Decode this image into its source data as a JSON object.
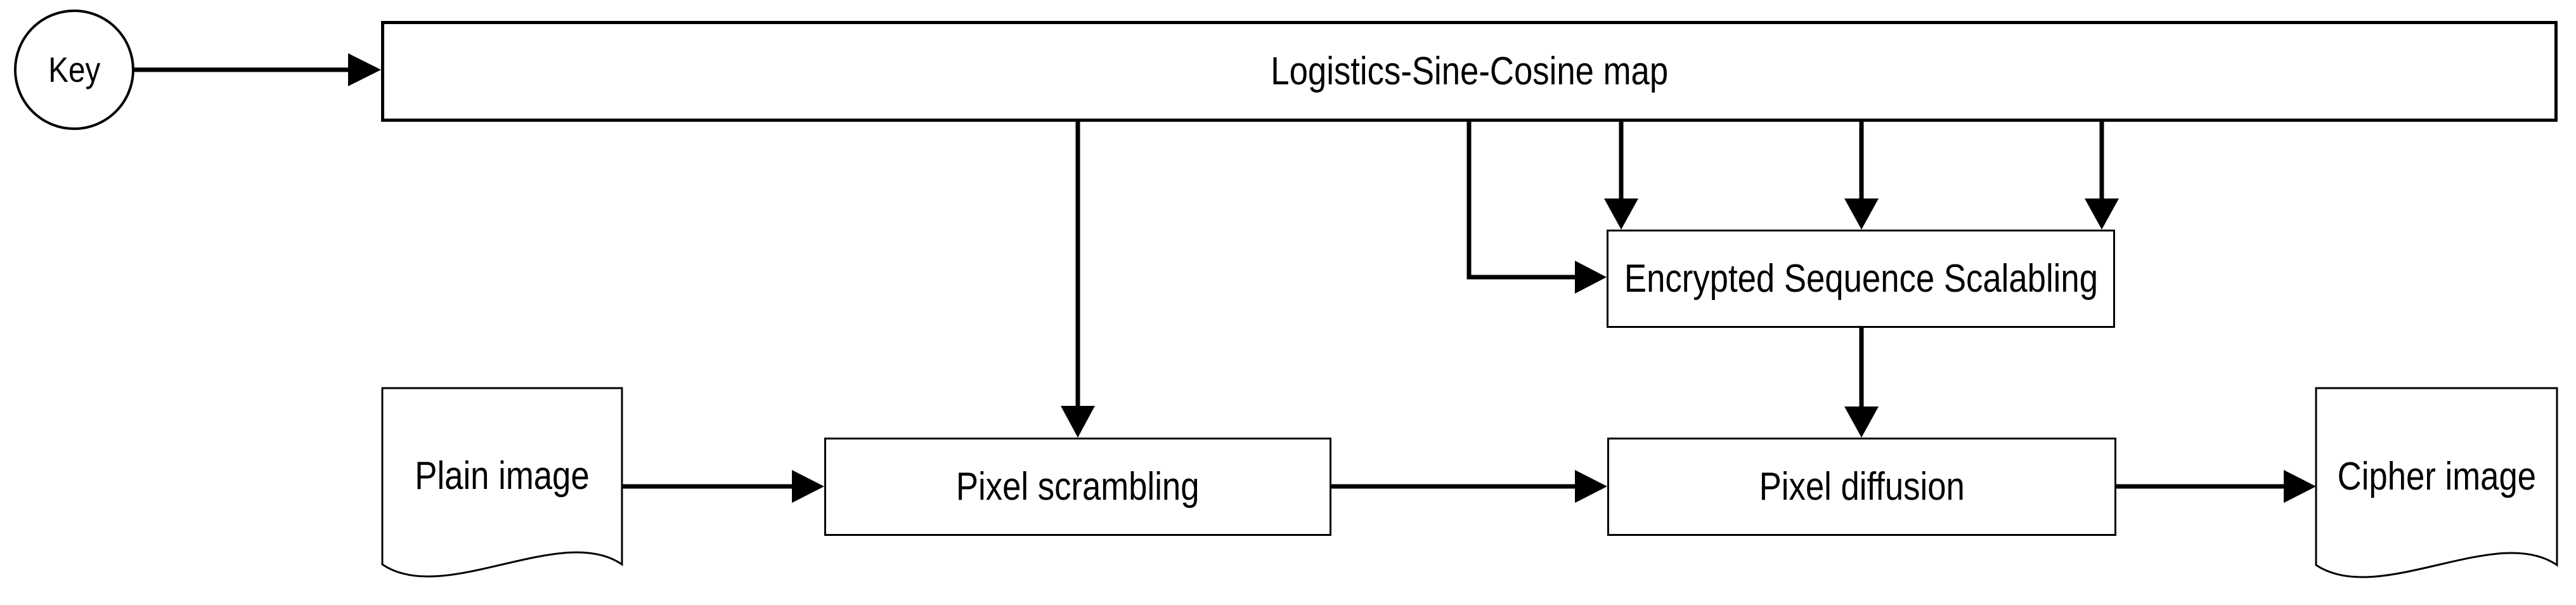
{
  "diagram": {
    "background": "#ffffff",
    "stroke_color": "#000000",
    "fill_color": "#ffffff",
    "nodes": {
      "key": {
        "label": "Key",
        "shape": "circle"
      },
      "map": {
        "label": "Logistics-Sine-Cosine map",
        "shape": "rectangle"
      },
      "ess": {
        "label": "Encrypted Sequence Scalabling",
        "shape": "rectangle"
      },
      "scrambling": {
        "label": "Pixel scrambling",
        "shape": "rectangle"
      },
      "diffusion": {
        "label": "Pixel diffusion",
        "shape": "rectangle"
      },
      "plain": {
        "label": "Plain image",
        "shape": "document"
      },
      "cipher": {
        "label": "Cipher image",
        "shape": "document"
      }
    },
    "edges": [
      {
        "from": "Key",
        "to": "Logistics-Sine-Cosine map",
        "style": "straight-arrow"
      },
      {
        "from": "Logistics-Sine-Cosine map",
        "to": "Pixel scrambling",
        "style": "straight-arrow-down"
      },
      {
        "from": "Logistics-Sine-Cosine map",
        "to": "Encrypted Sequence Scalabling",
        "style": "elbow-arrow-into-left-side"
      },
      {
        "from": "Logistics-Sine-Cosine map",
        "to": "Encrypted Sequence Scalabling",
        "style": "straight-arrow-down-left"
      },
      {
        "from": "Logistics-Sine-Cosine map",
        "to": "Encrypted Sequence Scalabling",
        "style": "straight-arrow-down-center"
      },
      {
        "from": "Logistics-Sine-Cosine map",
        "to": "Encrypted Sequence Scalabling",
        "style": "straight-arrow-down-right"
      },
      {
        "from": "Encrypted Sequence Scalabling",
        "to": "Pixel diffusion",
        "style": "straight-arrow-down"
      },
      {
        "from": "Plain image",
        "to": "Pixel scrambling",
        "style": "straight-arrow"
      },
      {
        "from": "Pixel scrambling",
        "to": "Pixel diffusion",
        "style": "straight-arrow"
      },
      {
        "from": "Pixel diffusion",
        "to": "Cipher image",
        "style": "straight-arrow"
      }
    ]
  }
}
